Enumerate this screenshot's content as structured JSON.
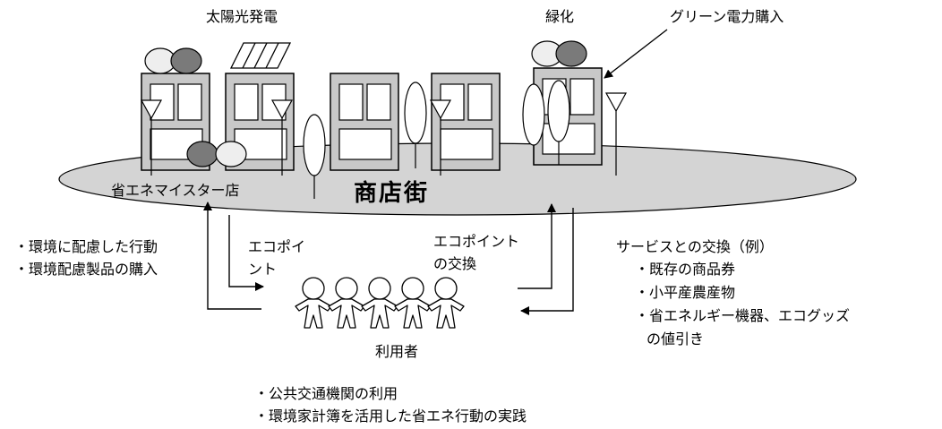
{
  "labels": {
    "solar": "太陽光発電",
    "greening": "緑化",
    "green_power": "グリーン電力購入",
    "shop_district": "商店街",
    "energy_meister_shop": "省エネマイスター店",
    "eco_point_1": "エコポイ",
    "eco_point_2": "ント",
    "eco_point_exchange_1": "エコポイント",
    "eco_point_exchange_2": "の交換",
    "users": "利用者"
  },
  "left_actions": [
    "・環境に配慮した行動",
    "・環境配慮製品の購入"
  ],
  "services": {
    "title": "サービスとの交換（例）",
    "items": [
      "・既存の商品券",
      "・小平産農産物",
      "・省エネルギー機器、エコグッズ",
      "の値引き"
    ]
  },
  "bottom_actions": [
    "・公共交通機関の利用",
    "・環境家計簿を活用した省エネ行動の実践"
  ],
  "colors": {
    "ellipse_fill": "#d4d4d4",
    "building_fill": "#c8c8c8",
    "window_fill": "#ffffff",
    "dark_circle": "#7a7a7a",
    "light_circle": "#eeeeee",
    "stroke": "#000000"
  }
}
